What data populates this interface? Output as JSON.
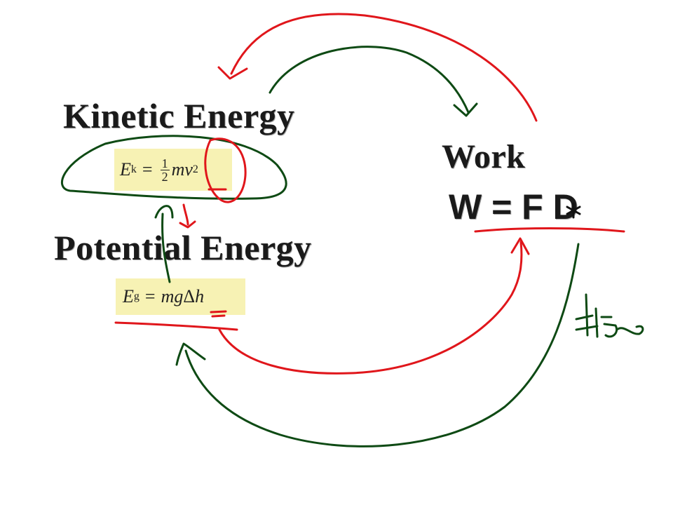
{
  "kinetic": {
    "title": "Kinetic Energy",
    "formula": {
      "lhs": "E",
      "lhs_sub": "k",
      "equals": "=",
      "frac_num": "1",
      "frac_den": "2",
      "rhs": "mv",
      "rhs_sup": "2"
    }
  },
  "potential": {
    "title": "Potential Energy",
    "formula": {
      "lhs": "E",
      "lhs_sub": "g",
      "equals": "=",
      "rhs_italic": "mg",
      "rhs_delta": "Δ",
      "rhs_tail": "h"
    }
  },
  "work": {
    "title": "Work",
    "formula": "W = F  D",
    "multiply_symbol": "*"
  },
  "ink": {
    "red": "#e0161b",
    "green": "#0e4a14"
  }
}
